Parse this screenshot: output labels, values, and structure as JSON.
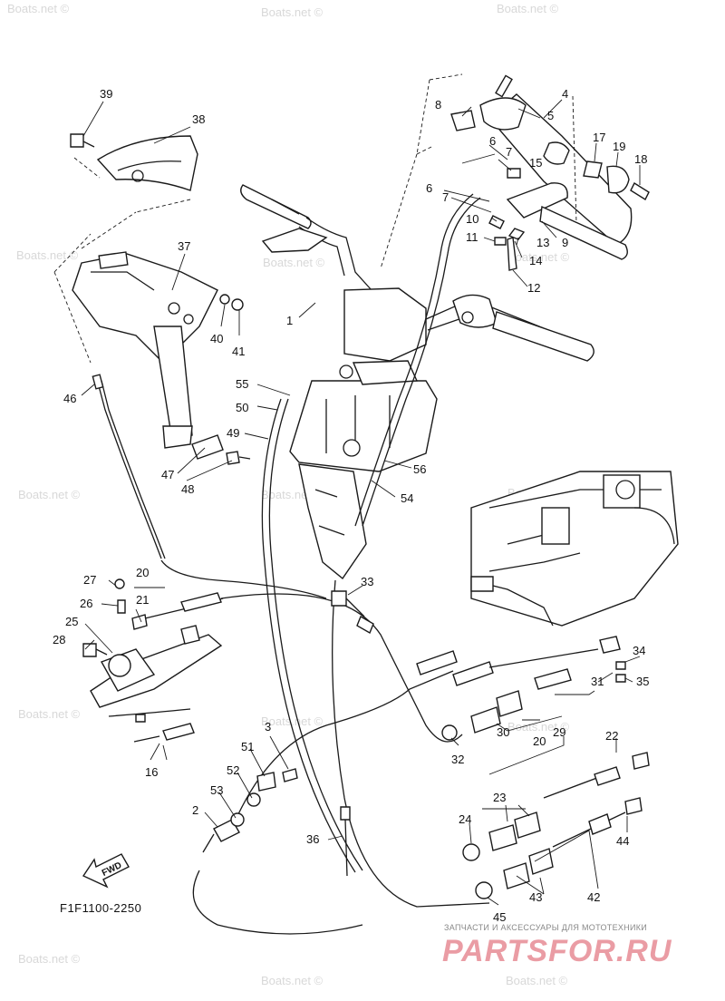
{
  "diagram_code": "F1F1100-2250",
  "fwd_label": "FWD",
  "watermark": "Boats.net ©",
  "promo": {
    "tagline": "ЗАПЧАСТИ И АКСЕССУАРЫ ДЛЯ МОТОТЕХНИКИ",
    "logo": "PARTSFOR.RU"
  },
  "callouts": [
    "1",
    "2",
    "3",
    "4",
    "5",
    "6",
    "7",
    "8",
    "9",
    "10",
    "11",
    "12",
    "13",
    "14",
    "15",
    "16",
    "17",
    "18",
    "19",
    "20",
    "21",
    "22",
    "23",
    "24",
    "25",
    "26",
    "27",
    "28",
    "29",
    "30",
    "31",
    "32",
    "33",
    "34",
    "35",
    "36",
    "37",
    "38",
    "39",
    "40",
    "41",
    "42",
    "43",
    "44",
    "45",
    "46",
    "47",
    "48",
    "49",
    "50",
    "51",
    "52",
    "53",
    "54",
    "55",
    "56"
  ]
}
